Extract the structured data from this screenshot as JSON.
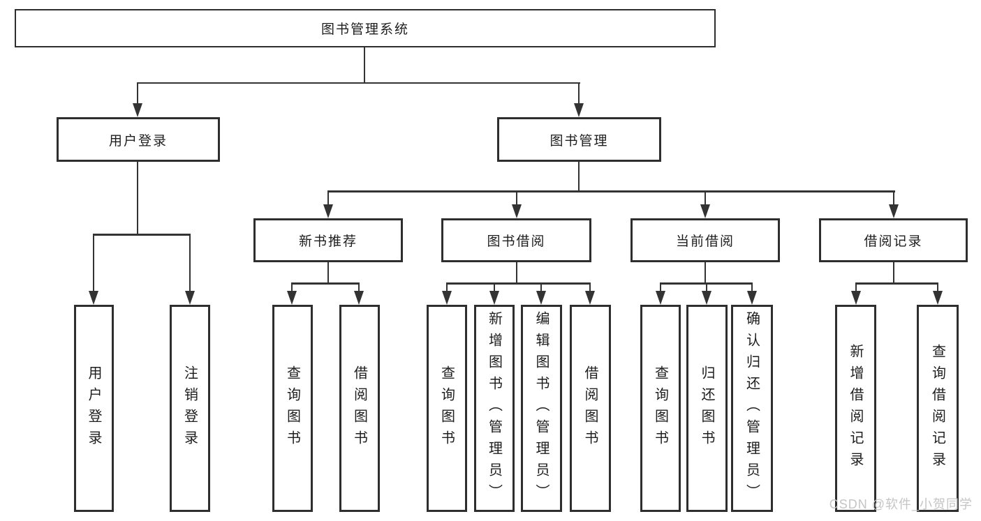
{
  "diagram": {
    "title_node": {
      "label": "图书管理系统"
    },
    "level2": [
      {
        "label": "用户登录"
      },
      {
        "label": "图书管理"
      }
    ],
    "level3": [
      {
        "label": "新书推荐"
      },
      {
        "label": "图书借阅"
      },
      {
        "label": "当前借阅"
      },
      {
        "label": "借阅记录"
      }
    ],
    "leaves": {
      "user_login": [
        {
          "label": "用户登录"
        },
        {
          "label": "注销登录"
        }
      ],
      "new_book_recommendation": [
        {
          "label": "查询图书"
        },
        {
          "label": "借阅图书"
        }
      ],
      "book_borrowing": [
        {
          "label": "查询图书"
        },
        {
          "label": "新增图书（管理员）"
        },
        {
          "label": "编辑图书（管理员）"
        },
        {
          "label": "借阅图书"
        }
      ],
      "current_borrowing": [
        {
          "label": "查询图书"
        },
        {
          "label": "归还图书"
        },
        {
          "label": "确认归还（管理员）"
        }
      ],
      "borrowing_records": [
        {
          "label": "新增借阅记录"
        },
        {
          "label": "查询借阅记录"
        }
      ]
    },
    "watermark": "CSDN @软件_小贺同学",
    "colors": {
      "line": "#333333",
      "box_border": "#2e2e2e",
      "box_background": "#ffffff",
      "text": "#1d1d1d",
      "watermark": "#c5c5c5",
      "page_background": "#ffffff"
    }
  }
}
